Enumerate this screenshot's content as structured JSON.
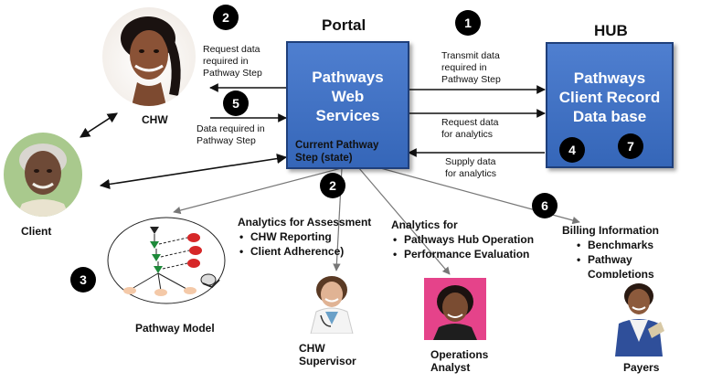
{
  "headers": {
    "portal": "Portal",
    "hub": "HUB"
  },
  "portal_box": {
    "title_lines": [
      "Pathways",
      "Web",
      "Services"
    ],
    "state_lines": [
      "Current Pathway",
      "Step (state)"
    ]
  },
  "hub_box": {
    "title_lines": [
      "Pathways",
      "Client Record",
      "Data base"
    ]
  },
  "arrow_labels": {
    "request_data": [
      "Request data",
      "required in",
      "Pathway Step"
    ],
    "data_required": [
      "Data required in",
      "Pathway Step"
    ],
    "transmit_data": [
      "Transmit data",
      "required in",
      "Pathway Step"
    ],
    "request_analytics": [
      "Request data",
      "for analytics"
    ],
    "supply_analytics": [
      "Supply data",
      "for analytics"
    ]
  },
  "badges": {
    "b1": "1",
    "b2_top": "2",
    "b5": "5",
    "b2_mid": "2",
    "b3": "3",
    "b4": "4",
    "b7": "7",
    "b6": "6"
  },
  "people": {
    "chw": "CHW",
    "client": "Client",
    "chw_supervisor": [
      "CHW",
      "Supervisor"
    ],
    "operations_analyst": [
      "Operations",
      "Analyst"
    ],
    "payers": "Payers"
  },
  "pathway_model": {
    "label": "Pathway Model"
  },
  "sections": {
    "assessment": {
      "title": "Analytics for  Assessment",
      "items": [
        "CHW Reporting",
        "Client  Adherence)"
      ]
    },
    "operations": {
      "title": "Analytics for",
      "items": [
        "Pathways Hub Operation",
        "Performance Evaluation"
      ]
    },
    "billing": {
      "title": "Billing Information",
      "items": [
        "Benchmarks",
        "Pathway Completions"
      ]
    }
  }
}
